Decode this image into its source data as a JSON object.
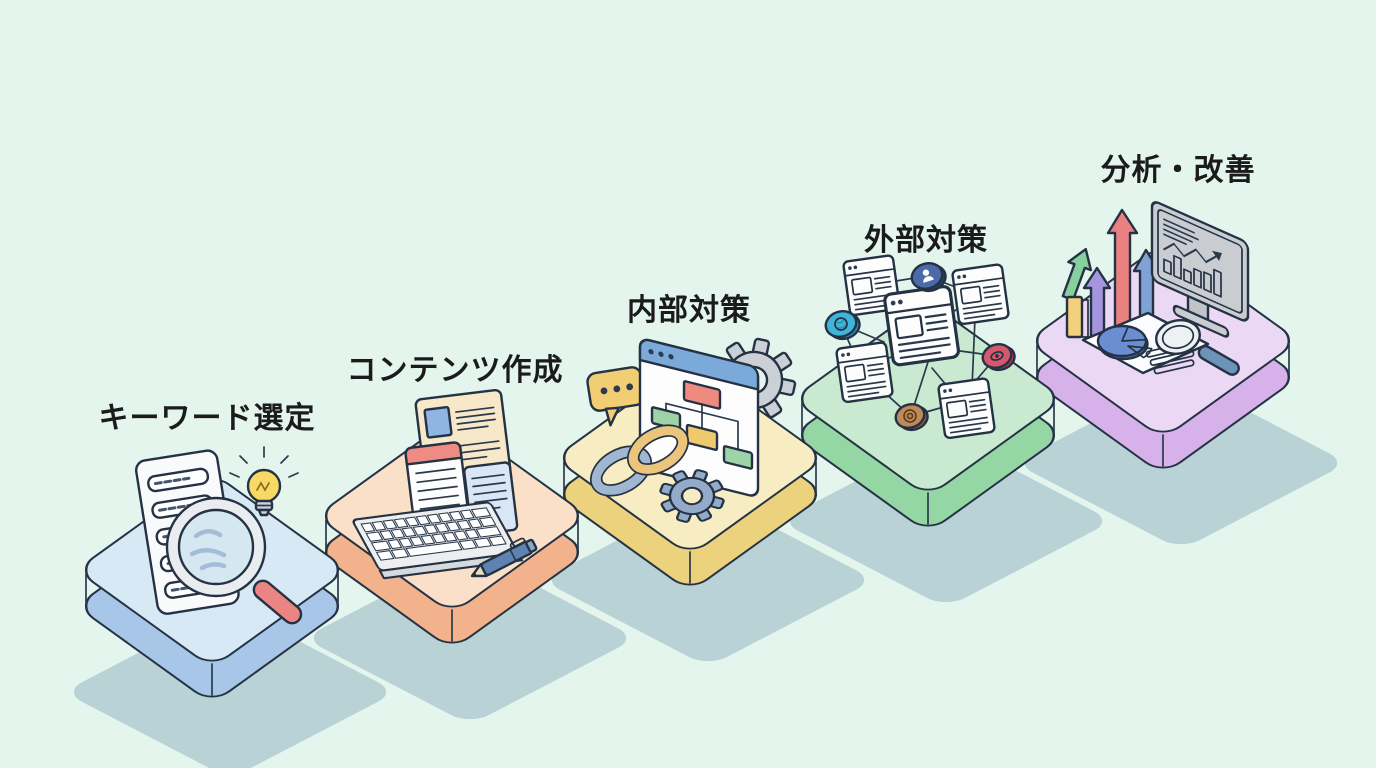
{
  "scene": {
    "background_color": "#e3f5ec",
    "shadow_color": "#b9d2d5",
    "outline_color": "#243244",
    "label_color": "#1b1b1b",
    "window_titlebar_color": "#7aa9da"
  },
  "steps": [
    {
      "label": "キーワード選定",
      "platform": {
        "top": "#d8e9f6",
        "side": "#a8c7e8"
      },
      "icons": [
        "keyword-list-document-icon",
        "magnifier-icon",
        "lightbulb-icon"
      ]
    },
    {
      "label": "コンテンツ作成",
      "platform": {
        "top": "#fadfc9",
        "side": "#f2b28b"
      },
      "icons": [
        "article-documents-icon",
        "keyboard-icon",
        "pen-icon"
      ]
    },
    {
      "label": "内部対策",
      "platform": {
        "top": "#f7ecc2",
        "side": "#ecd27d"
      },
      "icons": [
        "speech-bubble-icon",
        "browser-sitemap-icon",
        "gear-icon",
        "small-gear-icon",
        "chain-link-icon"
      ],
      "sitemap": {
        "root": "#ef8a81",
        "children": [
          "#9ed3a8",
          "#efc96e",
          "#9ed3a8"
        ]
      }
    },
    {
      "label": "外部対策",
      "platform": {
        "top": "#c9e9d1",
        "side": "#95d7a4"
      },
      "icons": [
        "linked-pages-network-icon",
        "user-node-icon",
        "globe-node-icon",
        "eye-node-icon",
        "spiral-node-icon"
      ],
      "page_block_colors": [
        "#ef8a82",
        "#8fb4e2",
        "#9cd3ab",
        "#9cd3ab",
        "#f2cb70"
      ],
      "node_colors": [
        "#4a6aa8",
        "#3fb6d9",
        "#d4596c",
        "#c08a58"
      ]
    },
    {
      "label": "分析・改善",
      "platform": {
        "top": "#ebd8f4",
        "side": "#d7b1e9"
      },
      "icons": [
        "growth-arrows-icon",
        "monitor-chart-icon",
        "pie-report-icon",
        "magnifier-icon"
      ]
    }
  ]
}
